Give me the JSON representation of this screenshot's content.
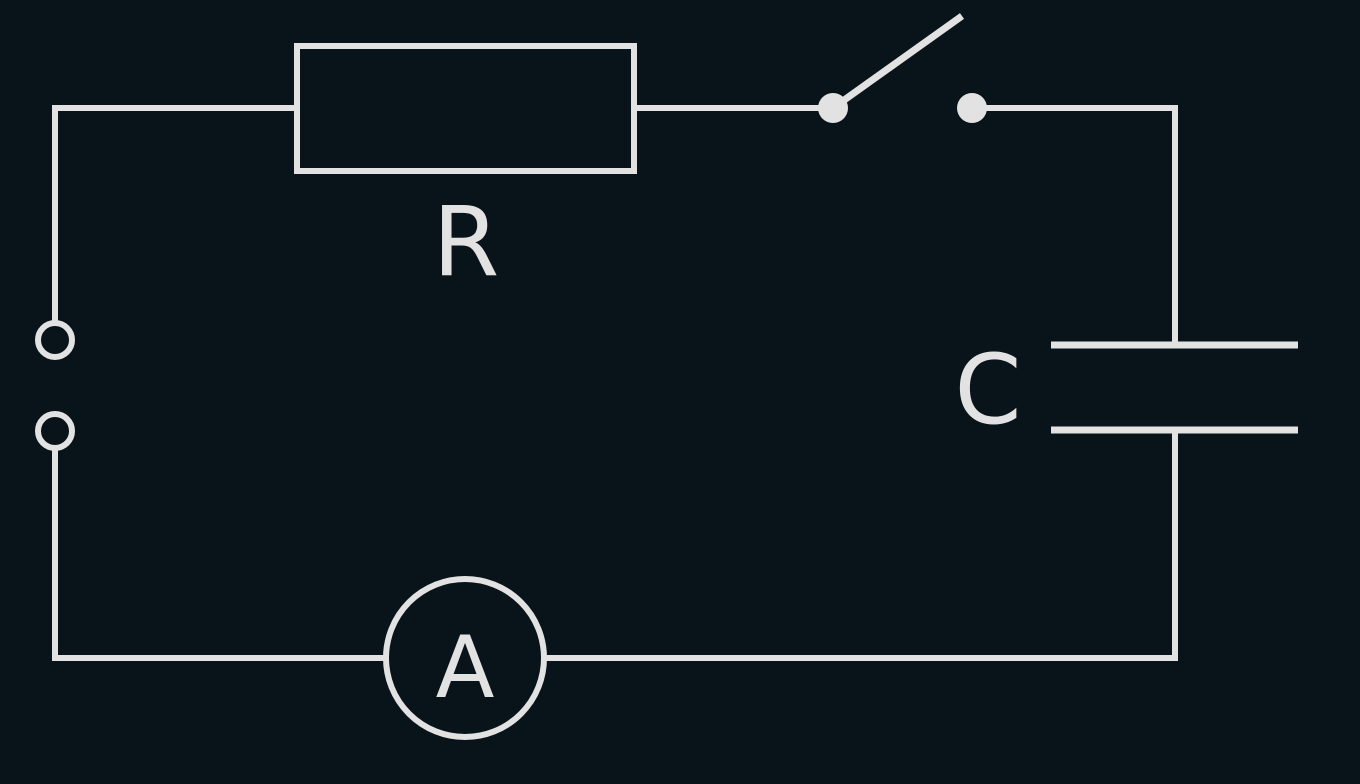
{
  "diagram": {
    "resistor": {
      "label": "R"
    },
    "capacitor": {
      "label": "C"
    },
    "ammeter": {
      "label": "A"
    },
    "switch": {
      "state": "open"
    }
  }
}
